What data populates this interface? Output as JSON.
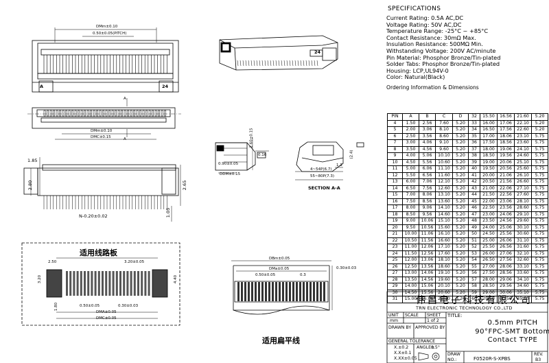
{
  "specifications": {
    "title": "SPECIFICATIONS",
    "lines": [
      "Current Rating: 0.5A AC,DC",
      "Voltage Rating: 50V AC,DC",
      "Temperature Range: -25°C ~ +85°C",
      "Contact Resistance: 30mΩ Max.",
      "Insulation Resistance: 500MΩ Min.",
      "Withstanding Voltage: 200V AC/minute",
      "Pin Material: Phosphor Bronze/Tin-plated",
      "Solder Tabs: Phosphor Bronze/Tin-plated",
      "Housing: LCP,UL94V-0",
      "Color: Natural(Black)"
    ]
  },
  "ordering": {
    "title": "Ordering Information & Dimensions",
    "headers": [
      "PIN",
      "A",
      "B",
      "C",
      "D"
    ],
    "rows_left": [
      [
        "4",
        "1.50",
        "2.56",
        "7.60",
        "5.20"
      ],
      [
        "5",
        "2.00",
        "3.06",
        "8.10",
        "5.20"
      ],
      [
        "6",
        "2.50",
        "3.56",
        "8.60",
        "5.20"
      ],
      [
        "7",
        "3.00",
        "4.06",
        "9.10",
        "5.20"
      ],
      [
        "8",
        "3.50",
        "4.56",
        "9.60",
        "5.20"
      ],
      [
        "9",
        "4.00",
        "5.06",
        "10.10",
        "5.20"
      ],
      [
        "10",
        "4.50",
        "5.56",
        "10.60",
        "5.20"
      ],
      [
        "11",
        "5.00",
        "6.06",
        "11.10",
        "5.20"
      ],
      [
        "12",
        "5.50",
        "6.56",
        "11.60",
        "5.20"
      ],
      [
        "13",
        "6.00",
        "7.06",
        "12.10",
        "5.20"
      ],
      [
        "14",
        "6.50",
        "7.56",
        "12.60",
        "5.20"
      ],
      [
        "15",
        "7.00",
        "8.06",
        "13.10",
        "5.20"
      ],
      [
        "16",
        "7.50",
        "8.56",
        "13.60",
        "5.20"
      ],
      [
        "17",
        "8.00",
        "9.06",
        "14.10",
        "5.20"
      ],
      [
        "18",
        "8.50",
        "9.56",
        "14.60",
        "5.20"
      ],
      [
        "19",
        "9.00",
        "10.06",
        "15.10",
        "5.20"
      ],
      [
        "20",
        "9.50",
        "10.56",
        "15.60",
        "5.20"
      ],
      [
        "21",
        "10.00",
        "11.06",
        "16.10",
        "5.20"
      ],
      [
        "22",
        "10.50",
        "11.56",
        "16.60",
        "5.20"
      ],
      [
        "23",
        "11.00",
        "12.06",
        "17.10",
        "5.20"
      ],
      [
        "24",
        "11.50",
        "12.56",
        "17.60",
        "5.20"
      ],
      [
        "25",
        "12.00",
        "13.06",
        "18.10",
        "5.20"
      ],
      [
        "26",
        "12.50",
        "13.56",
        "18.60",
        "5.20"
      ],
      [
        "27",
        "13.00",
        "14.06",
        "19.10",
        "5.20"
      ],
      [
        "28",
        "13.50",
        "14.56",
        "19.60",
        "5.20"
      ],
      [
        "29",
        "14.00",
        "15.06",
        "20.10",
        "5.20"
      ],
      [
        "30",
        "14.50",
        "15.56",
        "20.60",
        "5.20"
      ],
      [
        "31",
        "15.00",
        "16.06",
        "21.10",
        "5.20"
      ]
    ],
    "rows_right": [
      [
        "32",
        "15.50",
        "16.56",
        "21.60",
        "5.20"
      ],
      [
        "33",
        "16.00",
        "17.06",
        "22.10",
        "5.20"
      ],
      [
        "34",
        "16.50",
        "17.56",
        "22.60",
        "5.20"
      ],
      [
        "35",
        "17.00",
        "18.06",
        "23.10",
        "5.75"
      ],
      [
        "36",
        "17.50",
        "18.56",
        "23.60",
        "5.75"
      ],
      [
        "37",
        "18.00",
        "19.06",
        "24.10",
        "5.75"
      ],
      [
        "38",
        "18.50",
        "19.56",
        "24.60",
        "5.75"
      ],
      [
        "39",
        "19.00",
        "20.06",
        "25.10",
        "5.75"
      ],
      [
        "40",
        "19.50",
        "20.56",
        "25.60",
        "5.75"
      ],
      [
        "41",
        "20.00",
        "21.06",
        "26.10",
        "5.75"
      ],
      [
        "42",
        "20.50",
        "21.56",
        "26.60",
        "5.75"
      ],
      [
        "43",
        "21.00",
        "22.06",
        "27.10",
        "5.75"
      ],
      [
        "44",
        "21.50",
        "22.56",
        "27.60",
        "5.75"
      ],
      [
        "45",
        "22.00",
        "23.06",
        "28.10",
        "5.75"
      ],
      [
        "46",
        "22.50",
        "23.56",
        "28.60",
        "5.75"
      ],
      [
        "47",
        "23.00",
        "24.06",
        "29.10",
        "5.75"
      ],
      [
        "48",
        "23.50",
        "24.56",
        "29.60",
        "5.75"
      ],
      [
        "49",
        "24.00",
        "25.06",
        "30.10",
        "5.75"
      ],
      [
        "50",
        "24.50",
        "25.56",
        "30.60",
        "5.75"
      ],
      [
        "51",
        "25.00",
        "26.06",
        "31.10",
        "5.75"
      ],
      [
        "52",
        "25.50",
        "26.56",
        "31.60",
        "5.75"
      ],
      [
        "53",
        "26.00",
        "27.06",
        "32.10",
        "5.75"
      ],
      [
        "54",
        "26.50",
        "27.56",
        "32.60",
        "5.75"
      ],
      [
        "55",
        "27.00",
        "28.06",
        "33.10",
        "5.75"
      ],
      [
        "56",
        "27.50",
        "28.56",
        "33.60",
        "5.75"
      ],
      [
        "57",
        "28.00",
        "29.06",
        "34.10",
        "5.75"
      ],
      [
        "58",
        "28.50",
        "29.56",
        "34.60",
        "5.75"
      ],
      [
        "59",
        "29.00",
        "30.06",
        "35.10",
        "5.75"
      ],
      [
        "60",
        "29.50",
        "30.56",
        "35.60",
        "5.75"
      ]
    ]
  },
  "title_block": {
    "company_cn": "伟昌电子科技有限公司",
    "company_en": "TRN ELECTRONIC TECHNOLOGY CO.,LTD",
    "unit_label": "UNIT",
    "scale_label": "SCALE",
    "sheet_label": "SHEET",
    "unit_value": "mm",
    "sheet_value": "1 of 2",
    "drawn_by": "DRAWN BY",
    "approved_by": "APPROVED BY",
    "general_tolerance": "GENERAL TOLERANCE",
    "tolerances": [
      "X.±0.2",
      "X.X±0.1",
      "X.XX±0.05"
    ],
    "angle_label": "ANGLE±",
    "angle_value": "0.5°",
    "title_label": "TITLE:",
    "title_lines": [
      "0.5mm PITCH",
      "90°FPC-SMT Bottom",
      "Contact TYPE"
    ],
    "draw_label": "DRAW",
    "no_label": "NO.:",
    "drawing_no": "F0520R-S-XPBS",
    "rev_label": "REV.",
    "rev_value": "B3"
  },
  "labels": {
    "pcb_layout": "适用线路板",
    "fpc_cable": "适用扁平线",
    "section": "SECTION A-A",
    "pin_a": "A",
    "pin_24": "24",
    "d_a_top": "DMm±0.10",
    "pitch_top": "0.50±0.05(PITCH)",
    "d_b_front": "DMm±0.10",
    "d_c_front": "DMC±0.15",
    "dim_185": "1.85",
    "dim_280": "2.80",
    "dim_265": "2.65",
    "dim_105": "1.05",
    "pin_width": "N-0.20±0.02",
    "dim_260": "2.60±0.15",
    "dim_090": "0.90±0.05",
    "dim_016": "0.16",
    "d_d_side": "DDM±0.15",
    "dim_13": "1.3",
    "dim_24": "(2.4)",
    "dim_4_5": "4~54P(6.7)",
    "dim_55_80": "55~80P(7.3)",
    "pcb_250": "2.50",
    "pcb_320": "3.20±0.05",
    "pcb_320v": "3.20",
    "pcb_440": "4.40",
    "pcb_180": "1.80",
    "pcb_050": "0.50±0.05",
    "pcb_030": "0.30±0.03",
    "pcb_da": "DMA±0.05",
    "pcb_dc": "DMC±0.05",
    "fpc_db": "DBm±0.05",
    "fpc_da": "DMa±0.05",
    "fpc_050": "0.50±0.05",
    "fpc_03": "0.3",
    "fpc_030": "0.30±0.03",
    "a_mark": "A"
  }
}
